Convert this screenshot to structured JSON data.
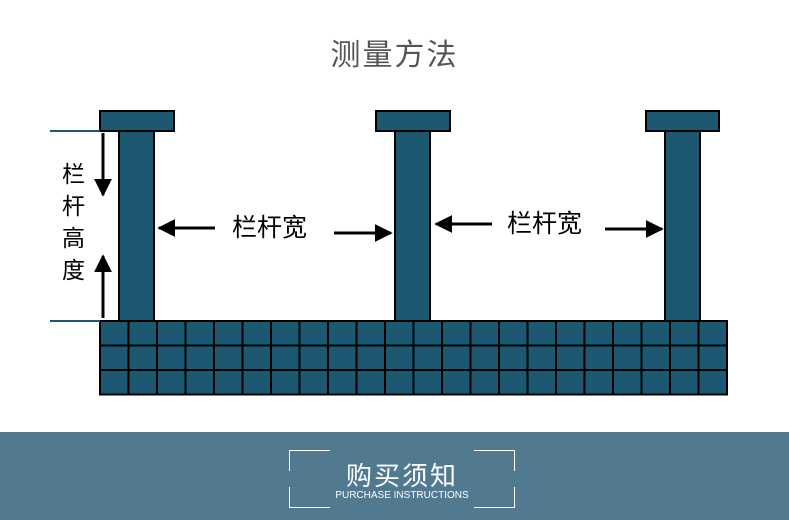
{
  "title": "测量方法",
  "labels": {
    "height_chars": [
      "栏",
      "杆",
      "高",
      "度"
    ],
    "width_left": "栏杆宽",
    "width_right": "栏杆宽"
  },
  "banner": {
    "title": "购买须知",
    "subtitle": "PURCHASE INSTRUCTIONS"
  },
  "colors": {
    "railing": "#1c5872",
    "outline": "#000000",
    "banner_bg": "#51798f",
    "title_text": "#555555"
  }
}
